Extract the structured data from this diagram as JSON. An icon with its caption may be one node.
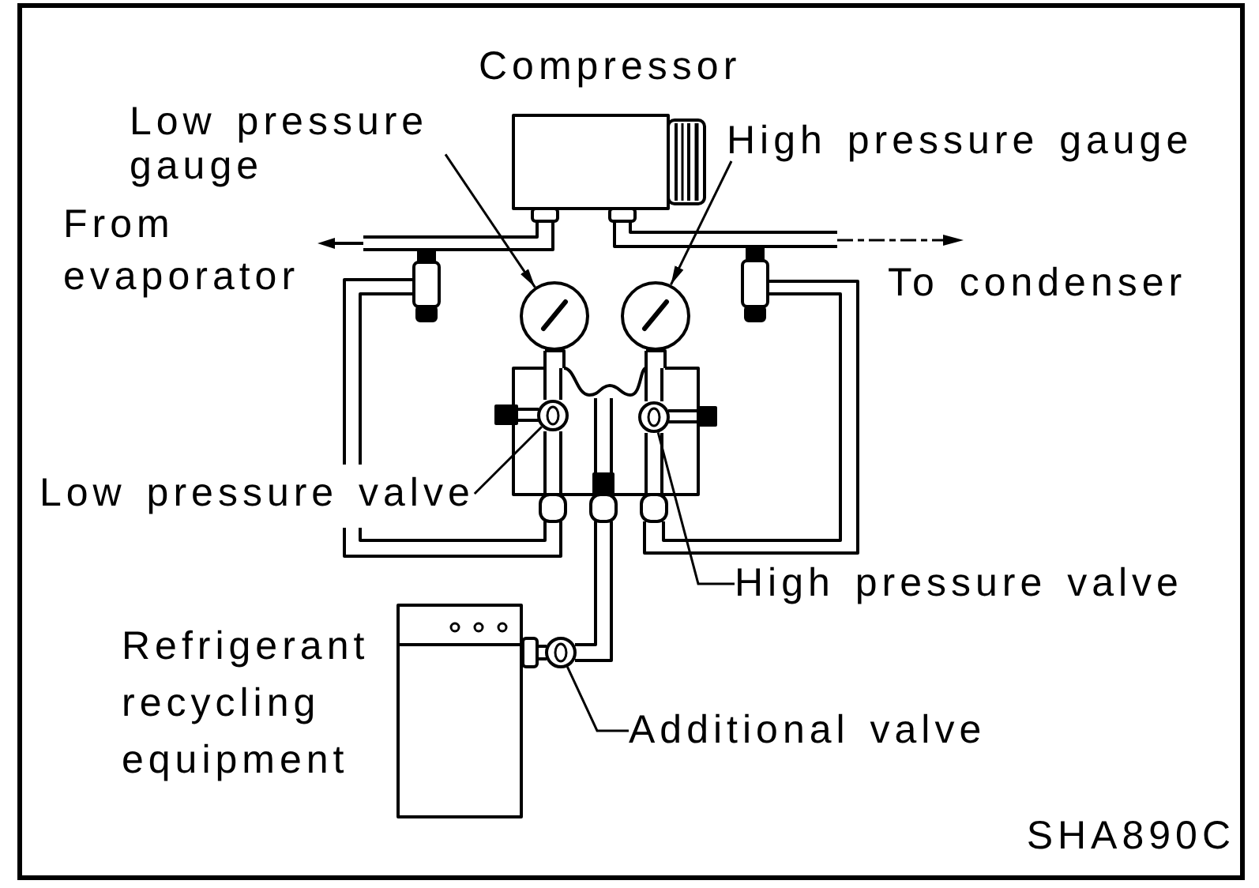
{
  "diagram": {
    "nodes": [
      {
        "text": [
          "Low pressure gauge"
        ]
      },
      {
        "text": [],
        "shape": "circle"
      },
      {
        "text": [
          "High pressure gauge"
        ]
      },
      {
        "text": [],
        "shape": "circle"
      },
      {
        "text": [
          "Low pressure valve"
        ]
      },
      {
        "text": [],
        "shape": "circle"
      },
      {
        "text": [
          "High pressure valve"
        ]
      },
      {
        "text": [],
        "shape": "circle"
      },
      {
        "text": [
          "Additional valve"
        ]
      },
      {
        "text": [],
        "shape": "circle"
      }
    ],
    "edges": [
      {
        "from": 0,
        "to": 1,
        "arrow": "to"
      },
      {
        "from": 2,
        "to": 3,
        "arrow": "to"
      },
      {
        "from": 4,
        "to": 5,
        "arrow": "none"
      },
      {
        "from": 6,
        "to": 7,
        "arrow": "none"
      },
      {
        "from": 8,
        "to": 9,
        "arrow": "none"
      }
    ],
    "labels": [
      "Compressor",
      "From evaporator",
      "To condenser",
      "Refrigerant recycling equipment",
      "SHA890C"
    ]
  }
}
